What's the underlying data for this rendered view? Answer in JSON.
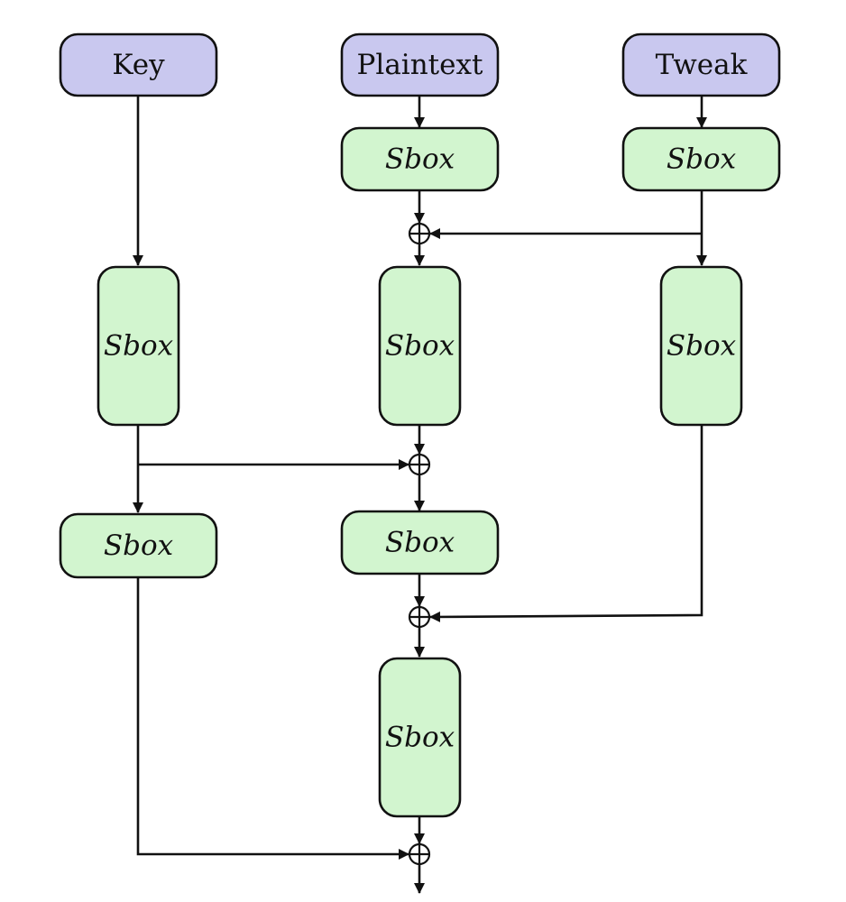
{
  "colors": {
    "input_fill": "#c9c8ef",
    "sbox_fill": "#d2f5cf",
    "stroke": "#111111"
  },
  "inputs": {
    "key": "Key",
    "plaintext": "Plaintext",
    "tweak": "Tweak"
  },
  "sbox_label": "Sbox",
  "xor_icon": "circled-plus-icon"
}
